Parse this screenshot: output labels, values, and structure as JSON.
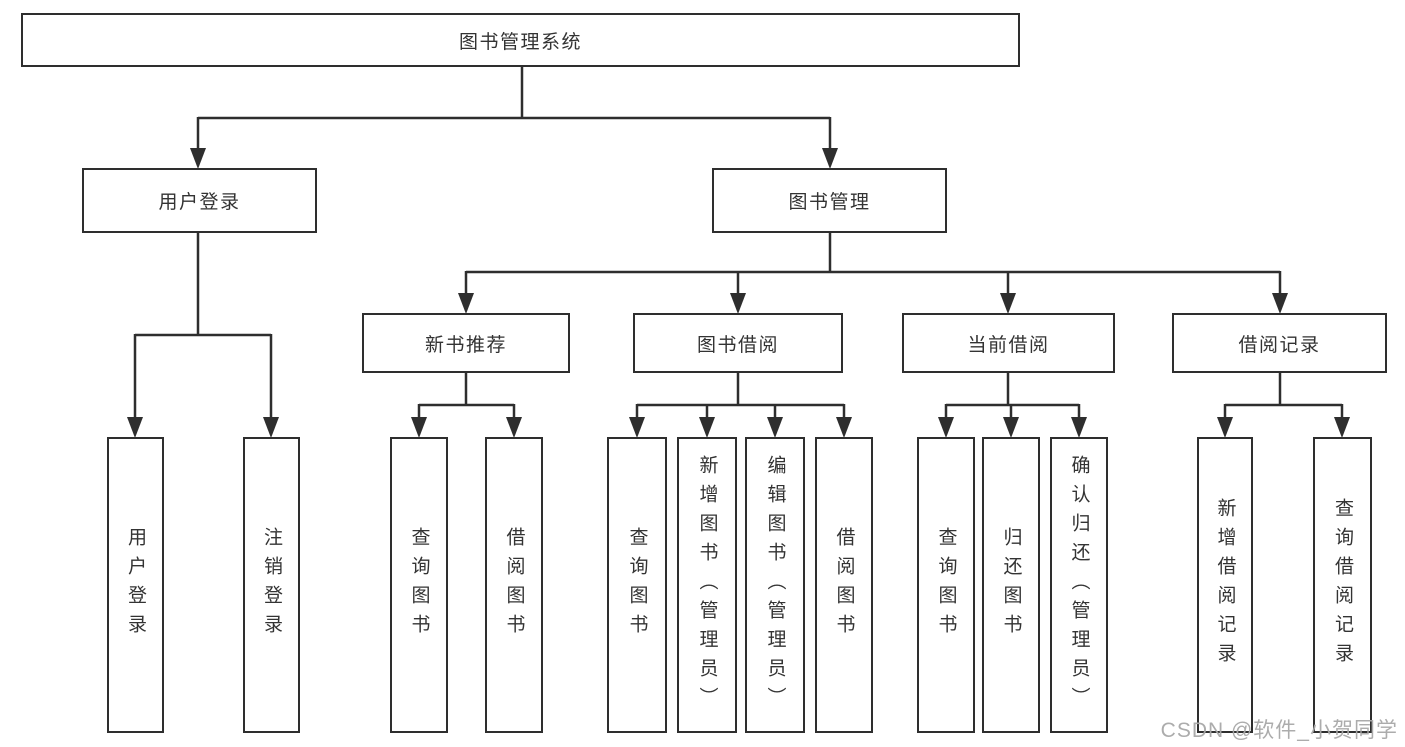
{
  "tree": {
    "root": {
      "label": "图书管理系统"
    },
    "children": [
      {
        "label": "用户登录",
        "children": [
          {
            "label": "用户登录"
          },
          {
            "label": "注销登录"
          }
        ]
      },
      {
        "label": "图书管理",
        "children": [
          {
            "label": "新书推荐",
            "children": [
              {
                "label": "查询图书"
              },
              {
                "label": "借阅图书"
              }
            ]
          },
          {
            "label": "图书借阅",
            "children": [
              {
                "label": "查询图书"
              },
              {
                "label": "新增图书（管理员）"
              },
              {
                "label": "编辑图书（管理员）"
              },
              {
                "label": "借阅图书"
              }
            ]
          },
          {
            "label": "当前借阅",
            "children": [
              {
                "label": "查询图书"
              },
              {
                "label": "归还图书"
              },
              {
                "label": "确认归还（管理员）"
              }
            ]
          },
          {
            "label": "借阅记录",
            "children": [
              {
                "label": "新增借阅记录"
              },
              {
                "label": "查询借阅记录"
              }
            ]
          }
        ]
      }
    ]
  },
  "watermark": {
    "text": "CSDN @软件_小贺同学"
  },
  "colors": {
    "line": "#2e2e2e",
    "text": "#333333",
    "background": "#ffffff",
    "watermark": "#a8a8a8"
  }
}
